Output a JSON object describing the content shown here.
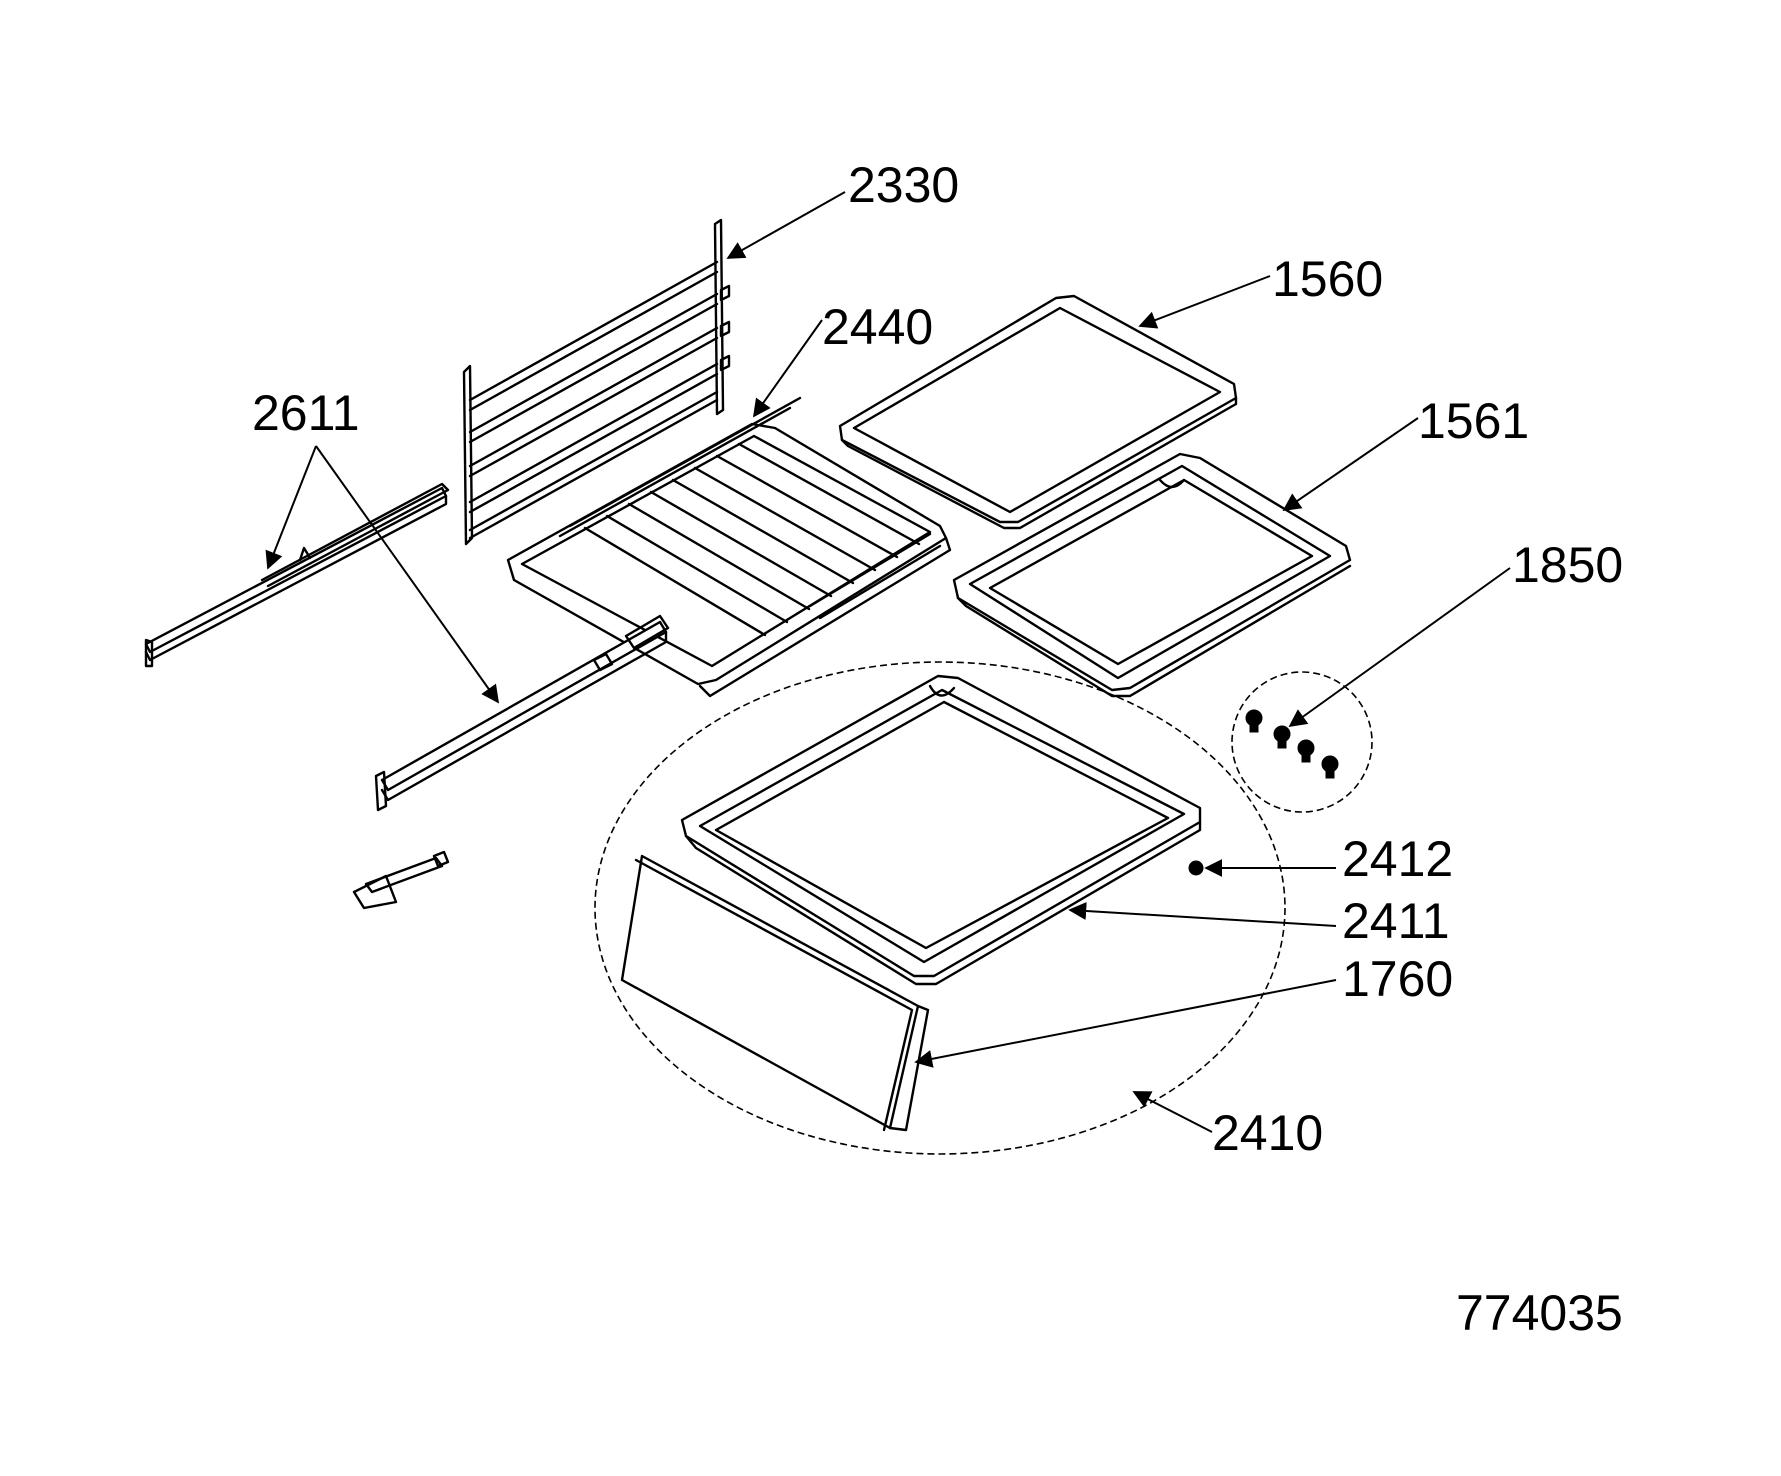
{
  "diagram": {
    "part_labels": [
      {
        "id": "2330",
        "text": "2330"
      },
      {
        "id": "1560",
        "text": "1560"
      },
      {
        "id": "2440",
        "text": "2440"
      },
      {
        "id": "2611",
        "text": "2611"
      },
      {
        "id": "1561",
        "text": "1561"
      },
      {
        "id": "1850",
        "text": "1850"
      },
      {
        "id": "2412",
        "text": "2412"
      },
      {
        "id": "2411",
        "text": "2411"
      },
      {
        "id": "1760",
        "text": "1760"
      },
      {
        "id": "2410",
        "text": "2410"
      }
    ],
    "drawing_number": "774035"
  }
}
